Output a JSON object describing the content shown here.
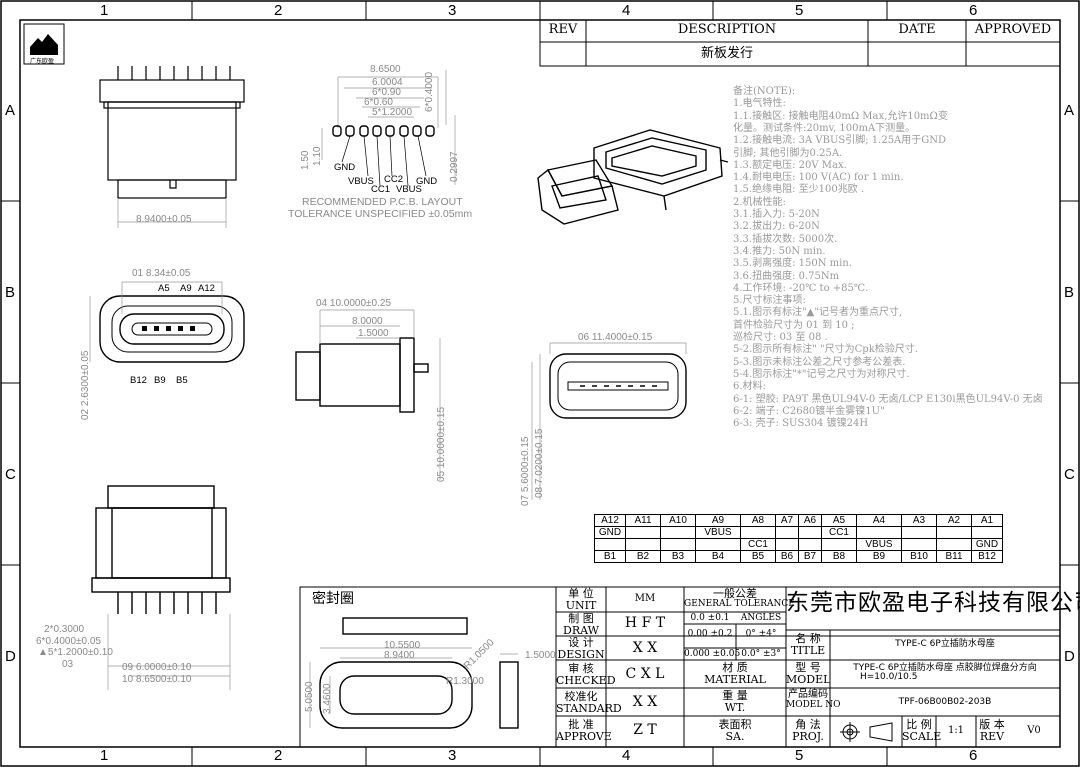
{
  "zones": {
    "top": [
      "1",
      "2",
      "3",
      "4",
      "5",
      "6"
    ],
    "side": [
      "A",
      "B",
      "C",
      "D"
    ]
  },
  "revision": {
    "headers": [
      "REV",
      "DESCRIPTION",
      "DATE",
      "APPROVED"
    ],
    "description": "新板发行"
  },
  "logo": {
    "caption": "广东欧盈"
  },
  "notes": [
    "备注(NOTE):",
    "1.电气特性:",
    "1.1.接触区: 接触电阻40mΩ Max,允许10mΩ变",
    "      化量。测试条件:20mv, 100mA下测量。",
    "1.2.接触电流: 3A VBUS引脚; 1.25A用于GND",
    "      引脚; 其他引脚为0.25A.",
    "1.3.额定电压: 20V Max.",
    "1.4.耐电电压: 100 V(AC) for 1 min.",
    "1.5.绝缘电阻: 至少100兆欧 .",
    "2.机械性能:",
    "3.1.插入力: 5-20N",
    "3.2.拔出力: 6-20N",
    "3.3.插拔次数: 5000次.",
    "3.4.推力: 50N min.",
    "3.5.剥离强度: 150N min.",
    "3.6.扭曲强度: 0.75Nm",
    "4.工作环境: -20℃ to +85℃.",
    "5.尺寸标注事项:",
    "5.1.图示有标注\"▲\"记号者为重点尺寸,",
    "      首件检验尺寸为 01 到 10 ;",
    "      巡检尺寸: 03  至 08 .",
    "5-2.图示所有标注\"  \"尺寸为Cpk检验尺寸.",
    "5-3.图示未标注公差之尺寸参考公差表.",
    "5-4.图示标注\"*\"记号之尺寸为对称尺寸.",
    "6.材料:",
    "6-1: 塑胶: PA9T 黑色UL94V-0 无卤/LCP E130i黑色UL94V-0 无卤",
    "6-2: 端子: C2680镀半金雾镍1U\"",
    "6-3: 壳子: SUS304 镀镍24H"
  ],
  "pinout": {
    "a_row": [
      "A12",
      "A11",
      "A10",
      "A9",
      "A8",
      "A7",
      "A6",
      "A5",
      "A4",
      "A3",
      "A2",
      "A1"
    ],
    "a_signals": [
      "GND",
      "",
      "",
      "VBUS",
      "",
      "",
      "",
      "CC1",
      "",
      "",
      "",
      ""
    ],
    "b_signals": [
      "",
      "",
      "",
      "",
      "CC1",
      "",
      "",
      "",
      "VBUS",
      "",
      "",
      "GND"
    ],
    "b_row": [
      "B1",
      "B2",
      "B3",
      "B4",
      "B5",
      "B6",
      "B7",
      "B8",
      "B9",
      "B10",
      "B11",
      "B12"
    ]
  },
  "title_block": {
    "company": "东莞市欧盈电子科技有限公司",
    "unit_label": "单 位",
    "unit_label_en": "UNIT",
    "unit_value": "MM",
    "tolerance_label": "一般公差",
    "tolerance_label_en": "GENERAL TOLERANCE",
    "tol1": "0.0  ±0.1",
    "angles": "ANGLES",
    "tol2": "0.00 ±0.2",
    "angle1": "0° ±4°",
    "tol3": "0.000 ±0.05",
    "angle2": "0.0° ±3°",
    "draw_label": "制 图",
    "draw_label_en": "DRAW",
    "draw_value": "H F T",
    "design_label": "设 计",
    "design_label_en": "DESIGN",
    "design_value": "X X",
    "checked_label": "审 核",
    "checked_label_en": "CHECKED",
    "checked_value": "C X L",
    "standard_label": "校准化",
    "standard_label_en": "STANDARD",
    "standard_value": "X X",
    "approve_label": "批 准",
    "approve_label_en": "APPROVE",
    "approve_value": "Z T",
    "material_label": "材 质",
    "material_label_en": "MATERIAL",
    "weight_label": "重 量",
    "weight_label_en": "WT.",
    "surface_label": "表面积",
    "surface_label_en": "SA.",
    "name_label": "名 称",
    "name_label_en": "TITLE",
    "name_value": "TYPE-C 6P立插防水母座",
    "model_label": "型 号",
    "model_label_en": "MODEL",
    "model_value_1": "TYPE-C 6P立插防水母座 点胶脚位焊盘分方向",
    "model_value_2": "H=10.0/10.5",
    "model_no_label": "产品编码",
    "model_no_label_en": "MODEL NO",
    "model_no_value": "TPF-06B00B02-203B",
    "proj_label": "角 法",
    "proj_label_en": "PROJ.",
    "scale_label": "比 例",
    "scale_label_en": "SCALE",
    "scale_value": "1:1",
    "rev_label": "版 本",
    "rev_label_en": "REV",
    "rev_value": "V0"
  },
  "seal": {
    "title": "密封圈",
    "d1": "10.5500",
    "d2": "8.9400",
    "d3": "1.5000",
    "d4": "5.0500",
    "d5": "3.4600",
    "d6": "R1.0500",
    "d7": "R1.3000"
  },
  "pcb": {
    "d_8_65": "8.6500",
    "d_6_00": "6.0004",
    "d_6x090": "6*0.90",
    "d_6x060": "6*0.60",
    "d_5x120": "5*1.2000",
    "d_6x040": "6*0.4000",
    "d_150": "1.50",
    "d_110": "1.10",
    "d_02997": "0.2997",
    "labels_top": [
      "GND",
      "CC2",
      "GND"
    ],
    "labels_bottom": [
      "VBUS",
      "CC1",
      "VBUS"
    ],
    "caption1": "RECOMMENDED   P.C.B.  LAYOUT",
    "caption2": "TOLERANCE  UNSPECIFIED  ±0.05mm"
  },
  "dims": {
    "top_width": "8.9400±0.05",
    "front_width": "8.34±0.05",
    "front_height": "2.6300±0.05",
    "front_pins_top": [
      "A5",
      "A9",
      "A12"
    ],
    "front_pins_bottom": [
      "B12",
      "B9",
      "B5"
    ],
    "side_w1": "10.0000±0.25",
    "side_w2": "8.0000",
    "side_w3": "1.5000",
    "side_h": "10.0000±0.15",
    "right_w": "11.4000±0.15",
    "right_h1": "5.6000±0.15",
    "right_h2": "7.0200±0.15",
    "bottom_d1": "2*0.3000",
    "bottom_d2": "6*0.4000±0.05",
    "bottom_d3": "5*1.2000±0.10",
    "bottom_d4": "6.0000±0.10",
    "bottom_d5": "8.6500±0.10",
    "marks": [
      "01",
      "02",
      "03",
      "04",
      "05",
      "06",
      "07",
      "08",
      "09",
      "10"
    ]
  }
}
